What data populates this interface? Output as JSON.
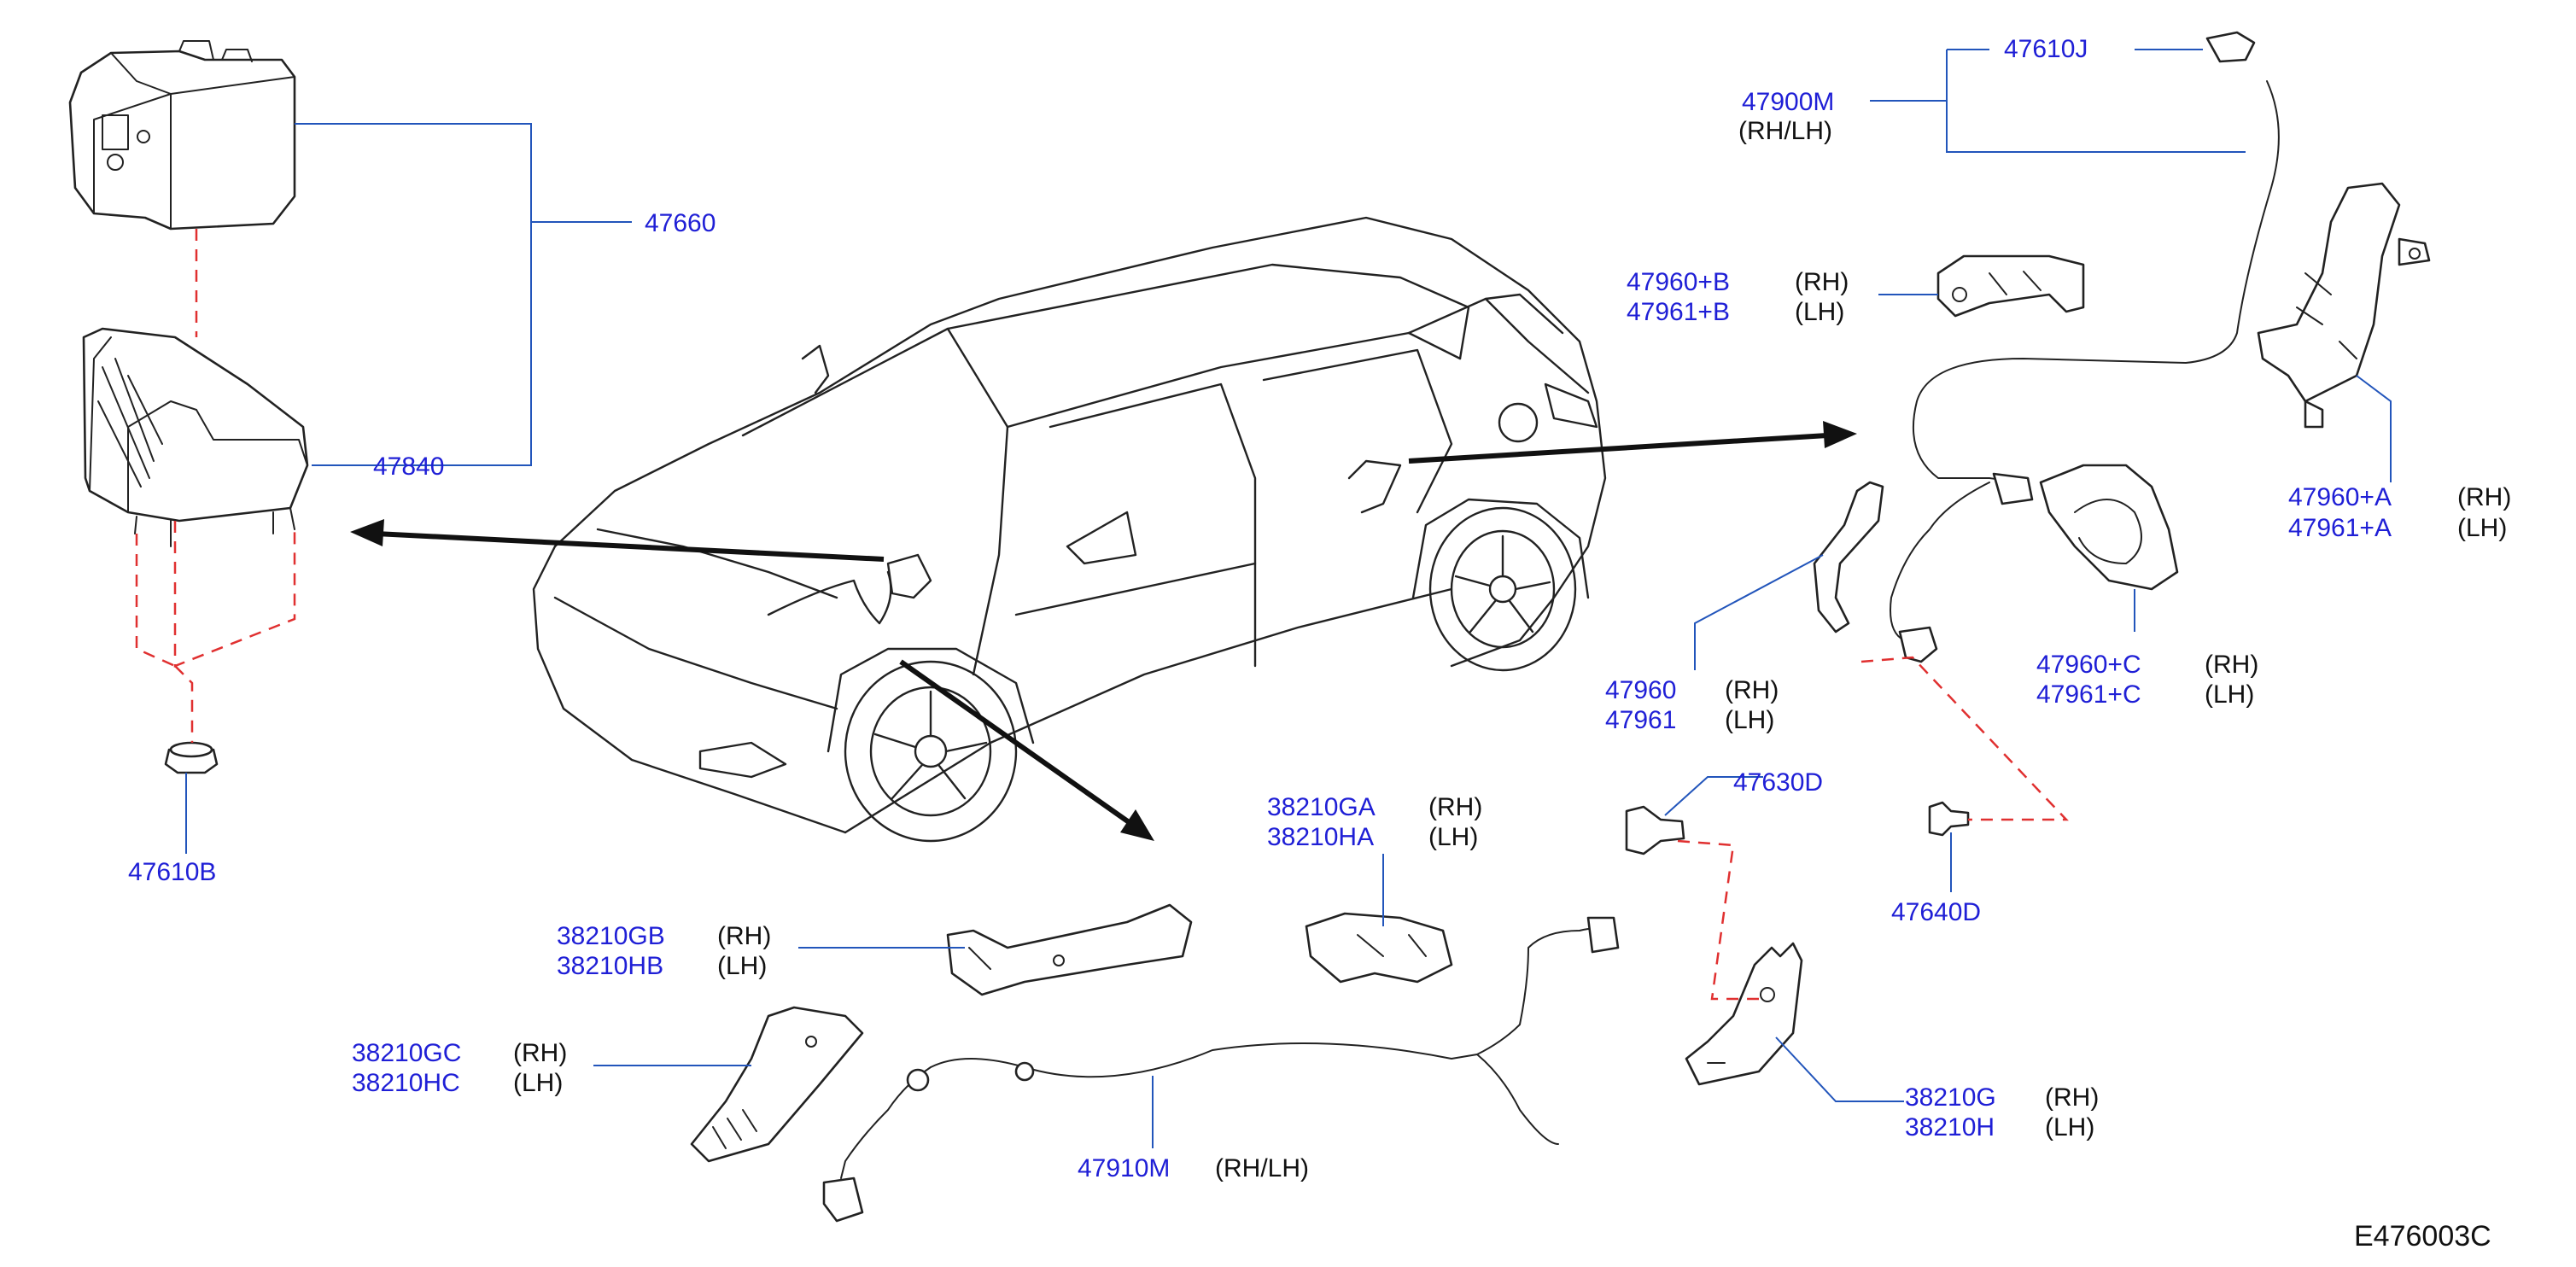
{
  "colors": {
    "part_number": "#1f1fd6",
    "side_text": "#111111",
    "leader": "#2255bb",
    "dashed": "#e03030"
  },
  "labels": {
    "p47660": "47660",
    "p47840": "47840",
    "p47610B": "47610B",
    "p47610J": "47610J",
    "p47900M": "47900M",
    "s47900M": "(RH/LH)",
    "p47960B": "47960+B",
    "s47960B": "(RH)",
    "p47961B": "47961+B",
    "s47961B": "(LH)",
    "p47960A": "47960+A",
    "s47960A": "(RH)",
    "p47961A": "47961+A",
    "s47961A": "(LH)",
    "p47960": "47960",
    "s47960": "(RH)",
    "p47961": "47961",
    "s47961": "(LH)",
    "p47960C": "47960+C",
    "s47960C": "(RH)",
    "p47961C": "47961+C",
    "s47961C": "(LH)",
    "p47630D": "47630D",
    "p47640D": "47640D",
    "p38210GA": "38210GA",
    "s38210GA": "(RH)",
    "p38210HA": "38210HA",
    "s38210HA": "(LH)",
    "p38210GB": "38210GB",
    "s38210GB": "(RH)",
    "p38210HB": "38210HB",
    "s38210HB": "(LH)",
    "p38210GC": "38210GC",
    "s38210GC": "(RH)",
    "p38210HC": "38210HC",
    "s38210HC": "(LH)",
    "p38210G": "38210G",
    "s38210G": "(RH)",
    "p38210H": "38210H",
    "s38210H": "(LH)",
    "p47910M": "47910M",
    "s47910M": "(RH/LH)",
    "figure_id": "E476003C"
  }
}
